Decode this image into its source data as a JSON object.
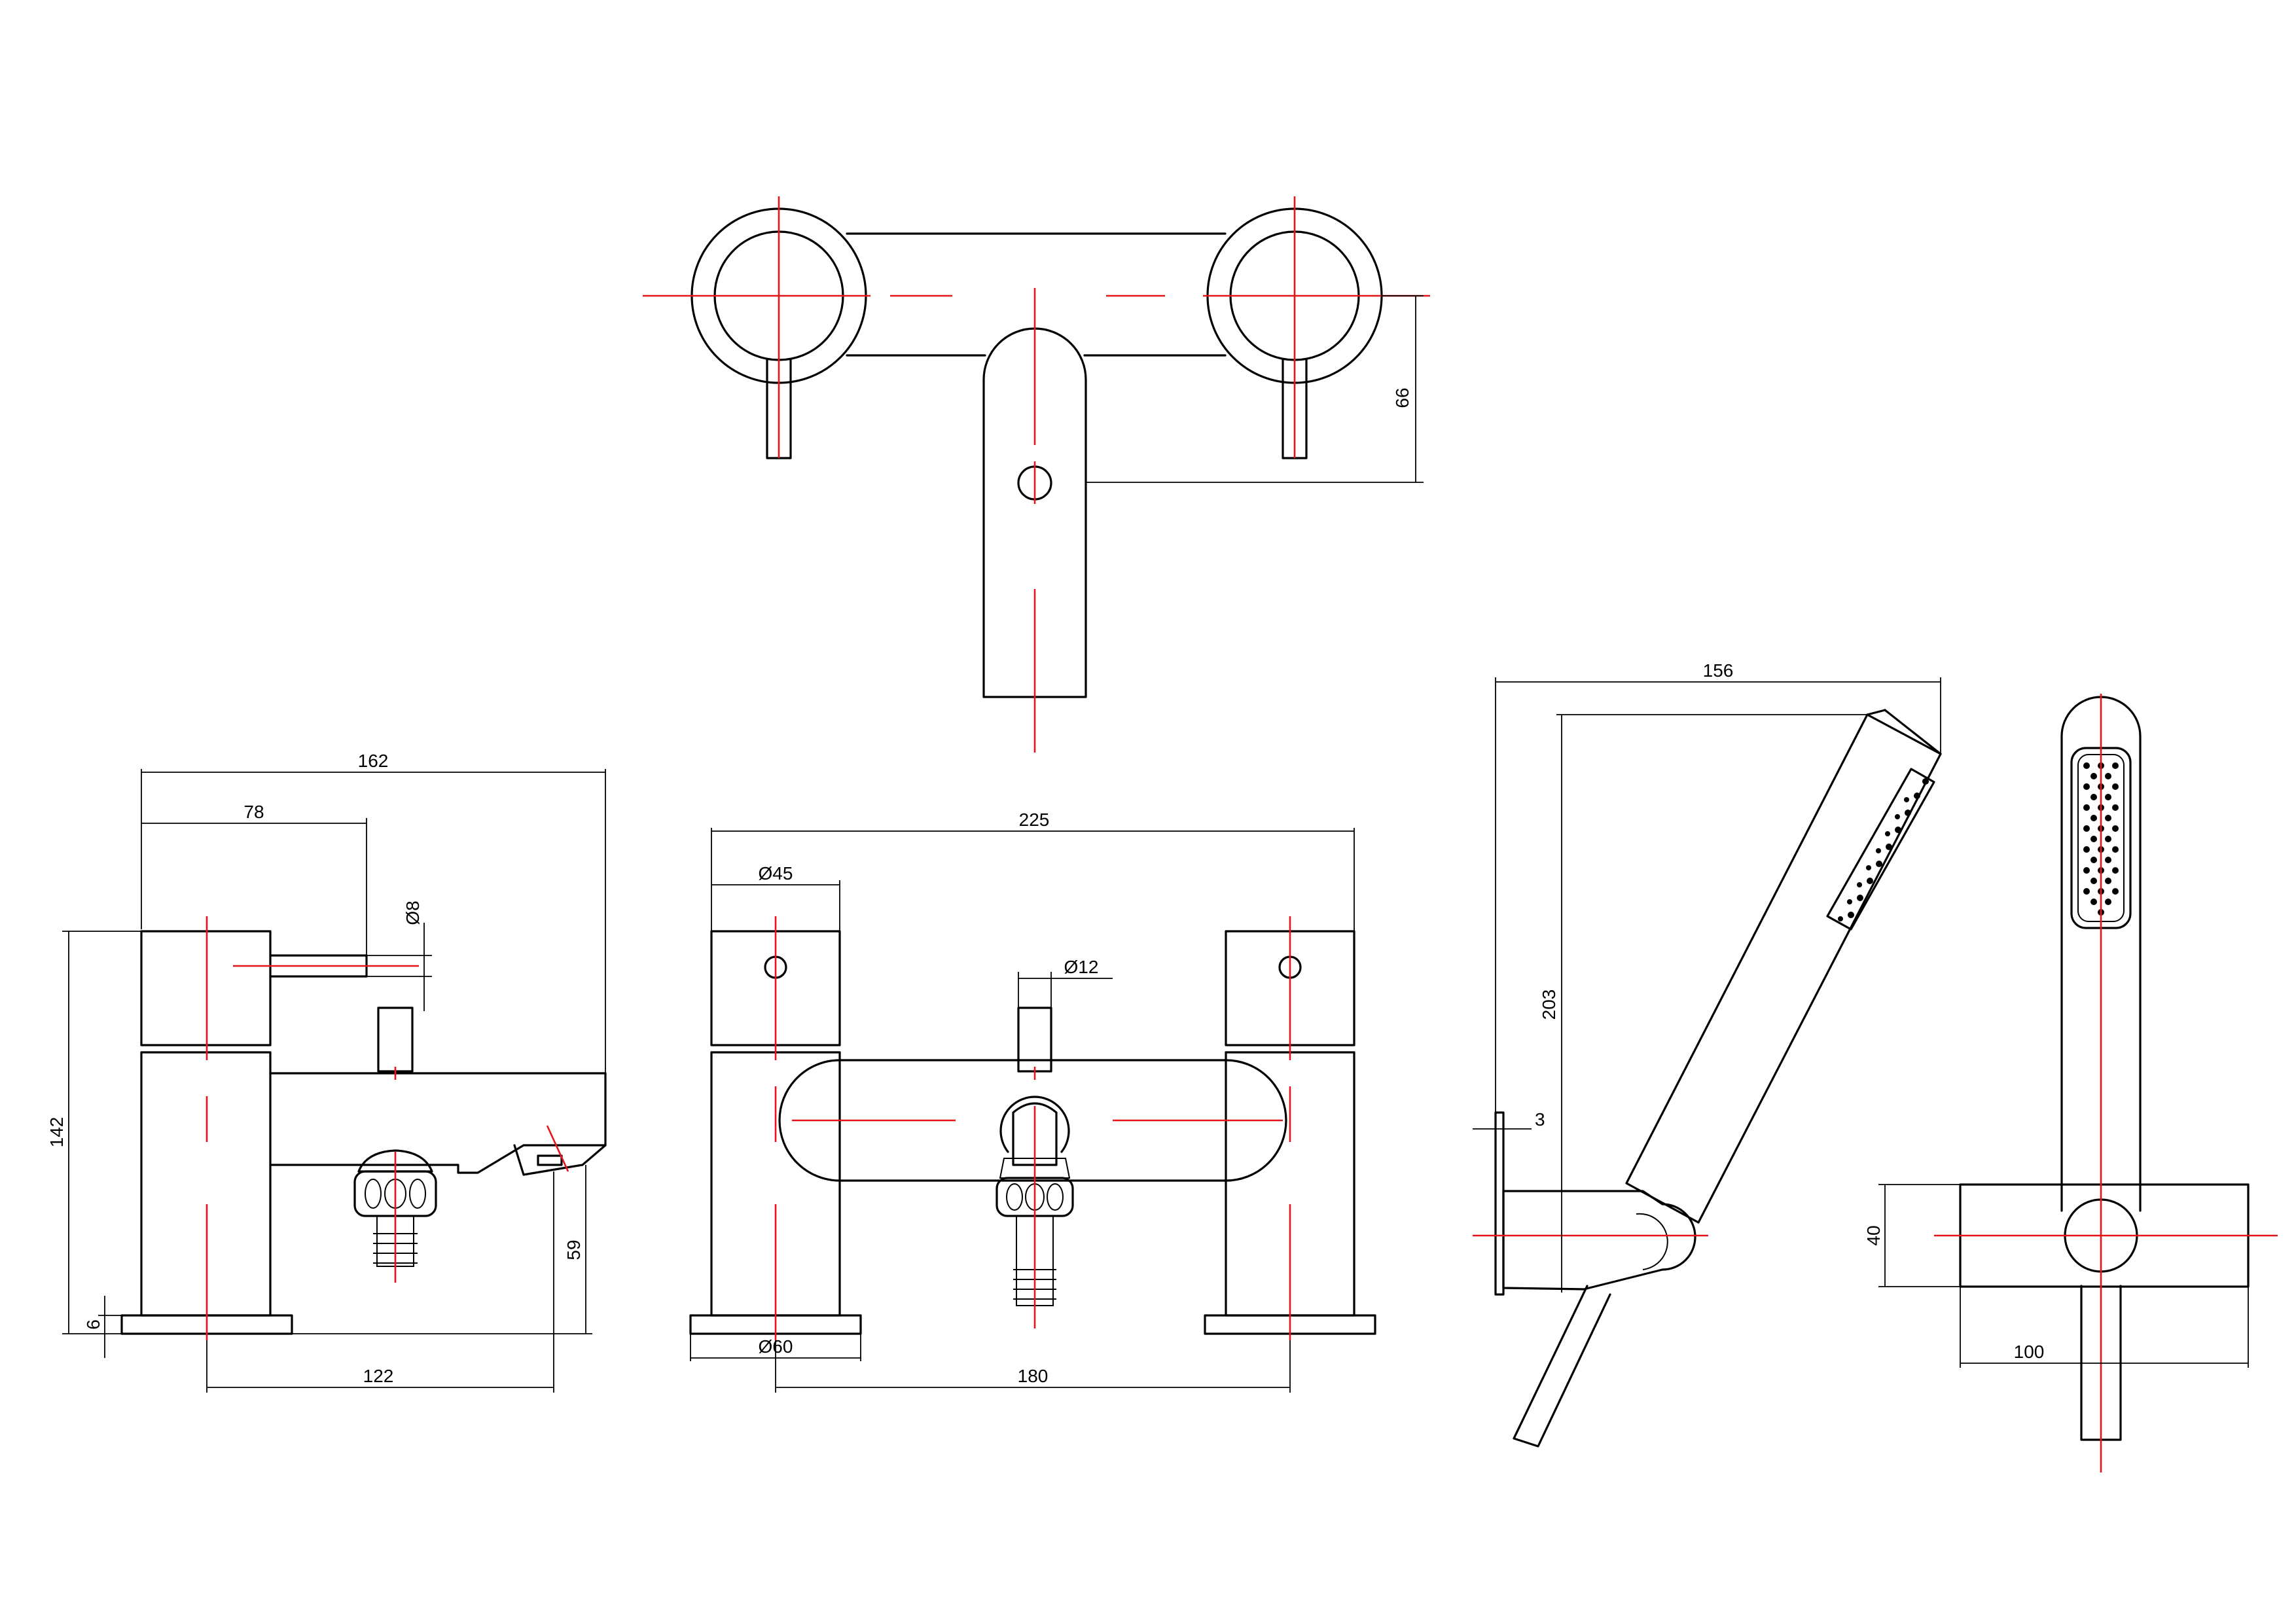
{
  "dimensions": {
    "top_height": "66",
    "side_total_width": "162",
    "side_lever_width": "78",
    "lever_diameter": "Ø8",
    "side_height": "142",
    "base_thickness": "6",
    "spout_height": "59",
    "side_base_to_spout": "122",
    "front_total_width": "225",
    "handle_diameter": "Ø45",
    "diverter_diameter": "Ø12",
    "base_diameter": "Ø60",
    "centres": "180",
    "handset_depth": "156",
    "handset_length": "203",
    "bracket_offset": "3",
    "bracket_height": "40",
    "bracket_width": "100"
  },
  "colors": {
    "outline": "#000000",
    "centreline": "#e8141c",
    "background": "#ffffff"
  }
}
